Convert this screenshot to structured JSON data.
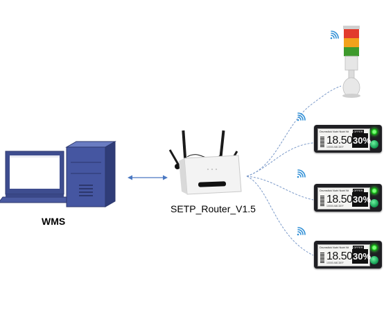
{
  "nodes": {
    "wms": {
      "label": "WMS"
    },
    "router": {
      "label": "SETP_Router_V1.5"
    }
  },
  "tags": [
    {
      "header": "Drumstick Nutri Nutri Nt",
      "price": "18.50",
      "offer": "OFFER",
      "qty": "30%",
      "footer": "10000 ABCDEF"
    },
    {
      "header": "Drumstick Nutri Nutri Nt",
      "price": "18.50",
      "offer": "OFFER",
      "qty": "30%",
      "footer": "10000 ABCDEF"
    },
    {
      "header": "Drumstick Nutri Nutri Nt",
      "price": "18.50",
      "offer": "OFFER",
      "qty": "30%",
      "footer": "10000 ABCDEF"
    }
  ],
  "colors": {
    "connection": "#6e8fbf",
    "arrow": "#4a78c2",
    "wifi": "#2f8fd6",
    "computer": "#3e4d8f",
    "tower_red": "#e23b2c",
    "tower_orange": "#f2a21b",
    "tower_green": "#3e9a2c"
  },
  "icons": [
    "computer-icon",
    "router-icon",
    "signal-tower-icon",
    "wifi-icon",
    "price-tag-icon"
  ]
}
